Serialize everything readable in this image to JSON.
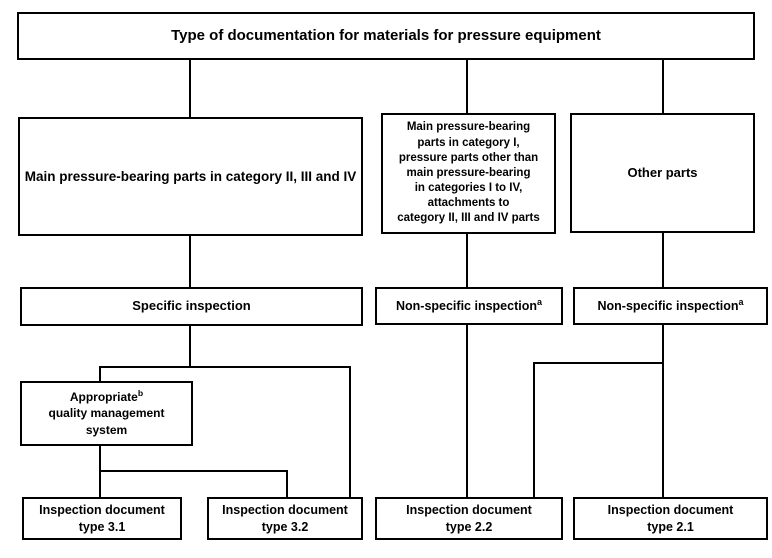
{
  "diagram": {
    "title": "Type of documentation for materials for pressure equipment",
    "footnote_markers": [
      "a",
      "b"
    ],
    "colors": {
      "background": "#ffffff",
      "line": "#000000",
      "text": "#000000"
    }
  },
  "nodes": {
    "root": {
      "id": "root",
      "label": "Type of documentation for materials for pressure equipment"
    },
    "category_main_ii_iii_iv": {
      "id": "category-main-ii-iii-iv",
      "label": "Main pressure-bearing parts in category II, III and IV"
    },
    "category_main_i_and_other": {
      "id": "category-main-i-and-other",
      "label": "Main pressure-bearing\nparts in category I,\npressure parts other than\nmain pressure-bearing\nin categories I to IV,\nattachments to\ncategory II, III and IV parts"
    },
    "category_other_parts": {
      "id": "category-other-parts",
      "label": "Other parts"
    },
    "specific_inspection": {
      "id": "specific-inspection",
      "label": "Specific inspection"
    },
    "non_specific_inspection_middle": {
      "id": "non-specific-inspection-middle",
      "label": "Non-specific inspection",
      "footnote": "a"
    },
    "non_specific_inspection_right": {
      "id": "non-specific-inspection-right",
      "label": "Non-specific inspection",
      "footnote": "a"
    },
    "quality_management_system": {
      "id": "quality-management-system",
      "label_line1": "Appropriate",
      "footnote": "b",
      "label_rest": "quality management\nsystem"
    },
    "doc_type_31": {
      "id": "inspection-document-type-3-1",
      "label": "Inspection document\ntype 3.1"
    },
    "doc_type_32": {
      "id": "inspection-document-type-3-2",
      "label": "Inspection document\ntype 3.2"
    },
    "doc_type_22": {
      "id": "inspection-document-type-2-2",
      "label": "Inspection document\ntype 2.2"
    },
    "doc_type_21": {
      "id": "inspection-document-type-2-1",
      "label": "Inspection document\ntype 2.1"
    }
  },
  "edges": [
    {
      "from": "root",
      "to": "category_main_ii_iii_iv"
    },
    {
      "from": "root",
      "to": "category_main_i_and_other"
    },
    {
      "from": "root",
      "to": "category_other_parts"
    },
    {
      "from": "category_main_ii_iii_iv",
      "to": "specific_inspection"
    },
    {
      "from": "category_main_i_and_other",
      "to": "non_specific_inspection_middle"
    },
    {
      "from": "category_other_parts",
      "to": "non_specific_inspection_right"
    },
    {
      "from": "specific_inspection",
      "to": "quality_management_system"
    },
    {
      "from": "specific_inspection",
      "to": "doc_type_32"
    },
    {
      "from": "quality_management_system",
      "to": "doc_type_31"
    },
    {
      "from": "quality_management_system",
      "to": "doc_type_32"
    },
    {
      "from": "non_specific_inspection_middle",
      "to": "doc_type_22"
    },
    {
      "from": "non_specific_inspection_right",
      "to": "doc_type_22"
    },
    {
      "from": "non_specific_inspection_right",
      "to": "doc_type_21"
    }
  ]
}
